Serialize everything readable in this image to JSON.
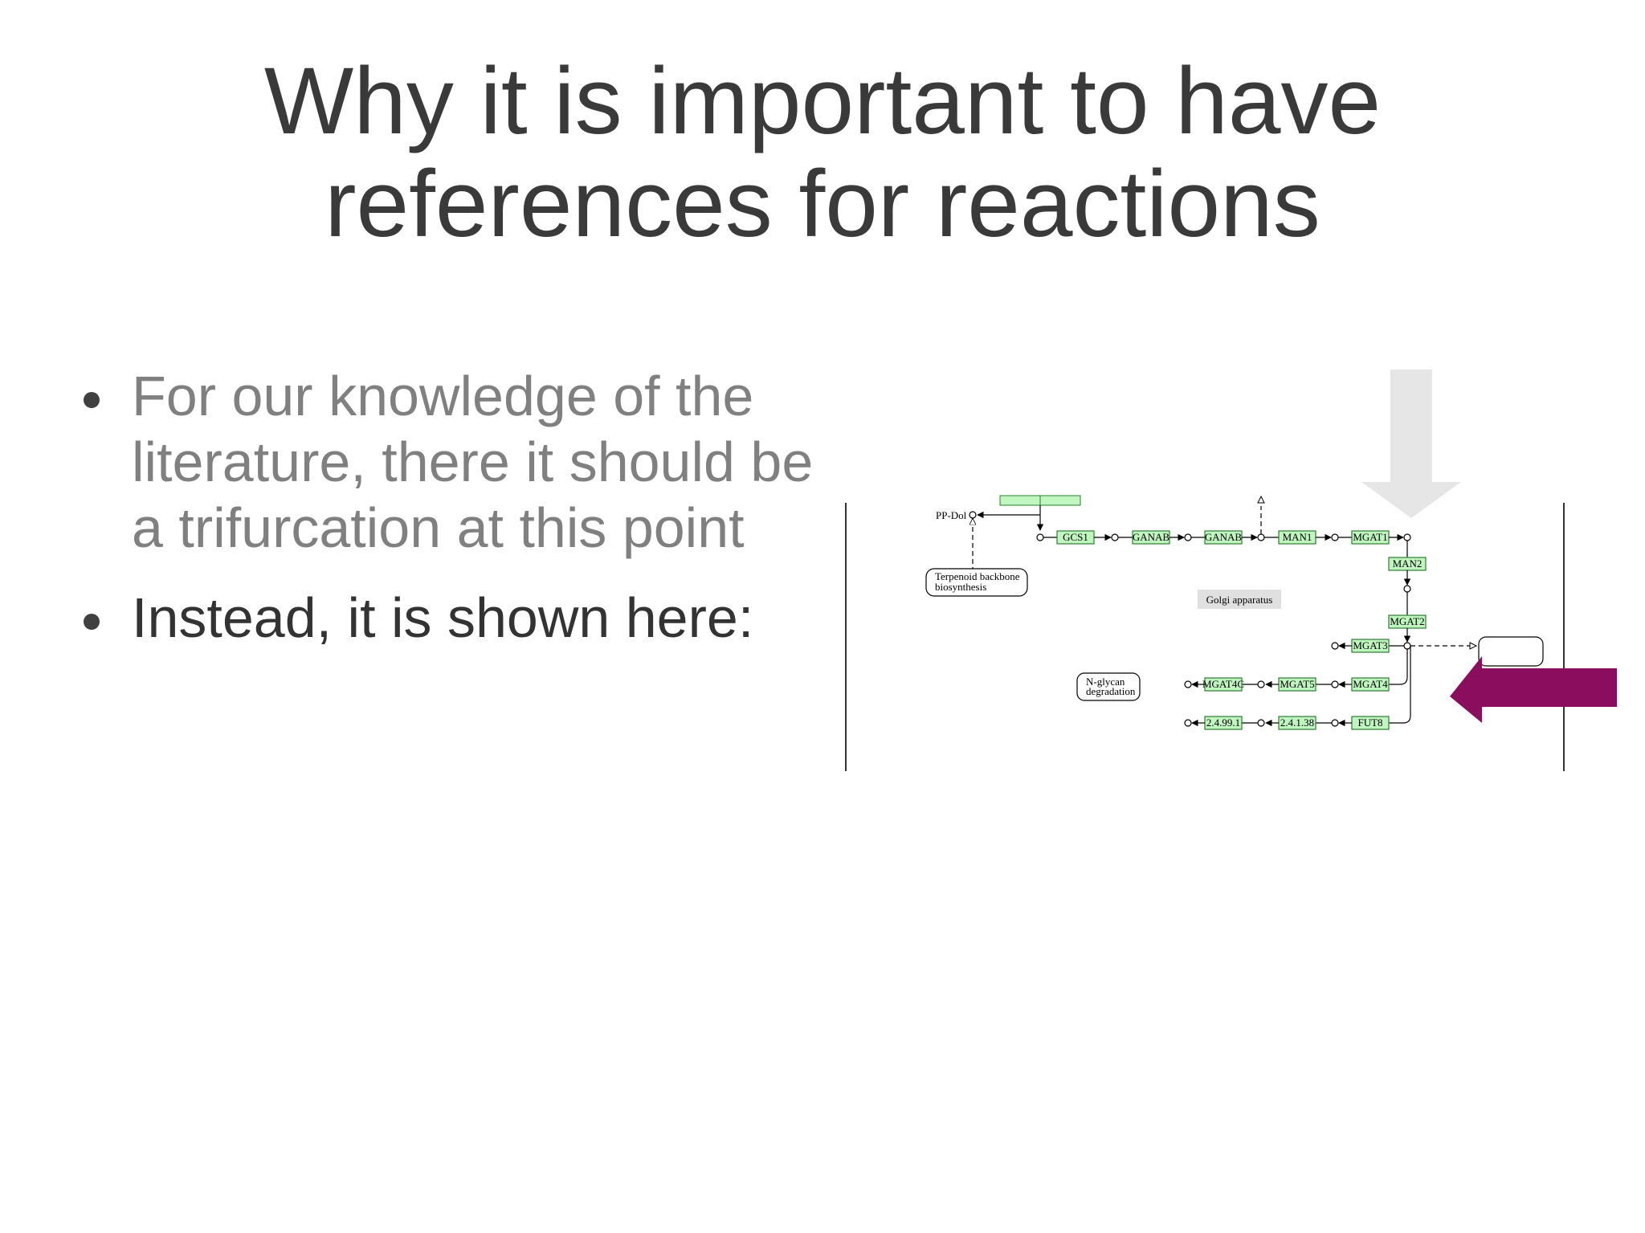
{
  "slide": {
    "title_lines": [
      "Why it is important to have",
      "references for reactions"
    ],
    "bullets": [
      {
        "lines": [
          "For our knowledge of the",
          "literature, there it should be",
          "a trifurcation at this point"
        ],
        "color": "#808080"
      },
      {
        "lines": [
          "Instead, it is shown here:"
        ],
        "color": "#333333"
      }
    ]
  },
  "diagram": {
    "compound_label": "PP-Dol",
    "pathway_links": {
      "terpenoid_line1": "Terpenoid backbone",
      "terpenoid_line2": "biosynthesis",
      "nglycan_line1": "N-glycan",
      "nglycan_line2": "degradation"
    },
    "compartment_label": "Golgi apparatus",
    "enzymes": {
      "gcs1": "GCS1",
      "ganab_1": "GANAB",
      "ganab_2": "GANAB",
      "man1": "MAN1",
      "mgat1": "MGAT1",
      "man2": "MAN2",
      "mgat2": "MGAT2",
      "mgat3": "MGAT3",
      "mgat4c": "MGAT4C",
      "mgat5": "MGAT5",
      "mgat4": "MGAT4",
      "ec_2_4_99_1": "2.4.99.1",
      "ec_2_4_1_38": "2.4.1.38",
      "fut8": "FUT8"
    },
    "colors": {
      "enzyme_fill": "#bff5bf",
      "enzyme_border": "#2e7d32",
      "highlight_arrow": "#8b0d5e",
      "pointer_arrow": "#e6e6e6",
      "compartment_bg": "#e0e0e0"
    }
  }
}
